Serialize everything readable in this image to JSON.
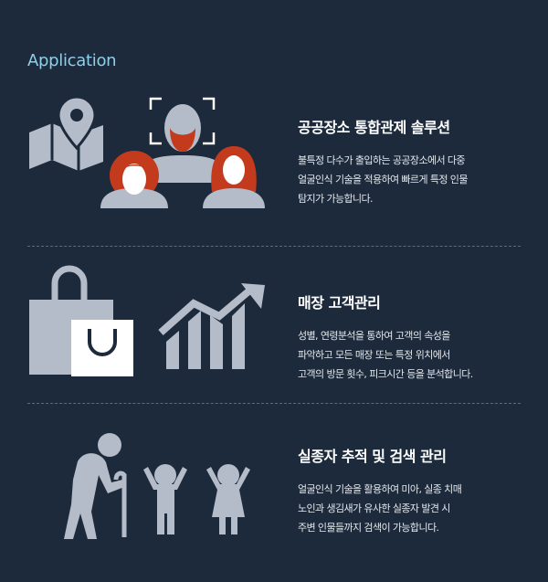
{
  "section": {
    "title": "Application"
  },
  "items": [
    {
      "heading": "공공장소 통합관제 솔루션",
      "lines": [
        "불특정 다수가 출입하는 공공장소에서 다중",
        "얼굴인식 기술을 적용하여 빠르게 특정 인물",
        "탐지가 가능합니다."
      ]
    },
    {
      "heading": "매장 고객관리",
      "lines": [
        "성별, 연령분석을 통하여 고객의 속성을",
        "파악하고 모든 매장 또는 특정 위치에서",
        "고객의 방문 횟수, 피크시간 등을  분석합니다."
      ]
    },
    {
      "heading": "실종자 추적 및 검색 관리",
      "lines": [
        "얼굴인식 기술을 활용하여 미아, 실종 치매",
        "노인과 생김새가 유사한 실종자 발견 시",
        "주변 인물들까지 검색이 가능합니다."
      ]
    }
  ],
  "colors": {
    "background": "#1c2a3b",
    "accent_title": "#8ed0ea",
    "icon_gray": "#b5bcc9",
    "hair_red": "#c43a1c"
  },
  "icons": [
    "map-pin-icon",
    "face-detection-icon",
    "shopping-bags-icon",
    "growth-chart-icon",
    "elderly-with-cane-icon",
    "children-icon"
  ]
}
